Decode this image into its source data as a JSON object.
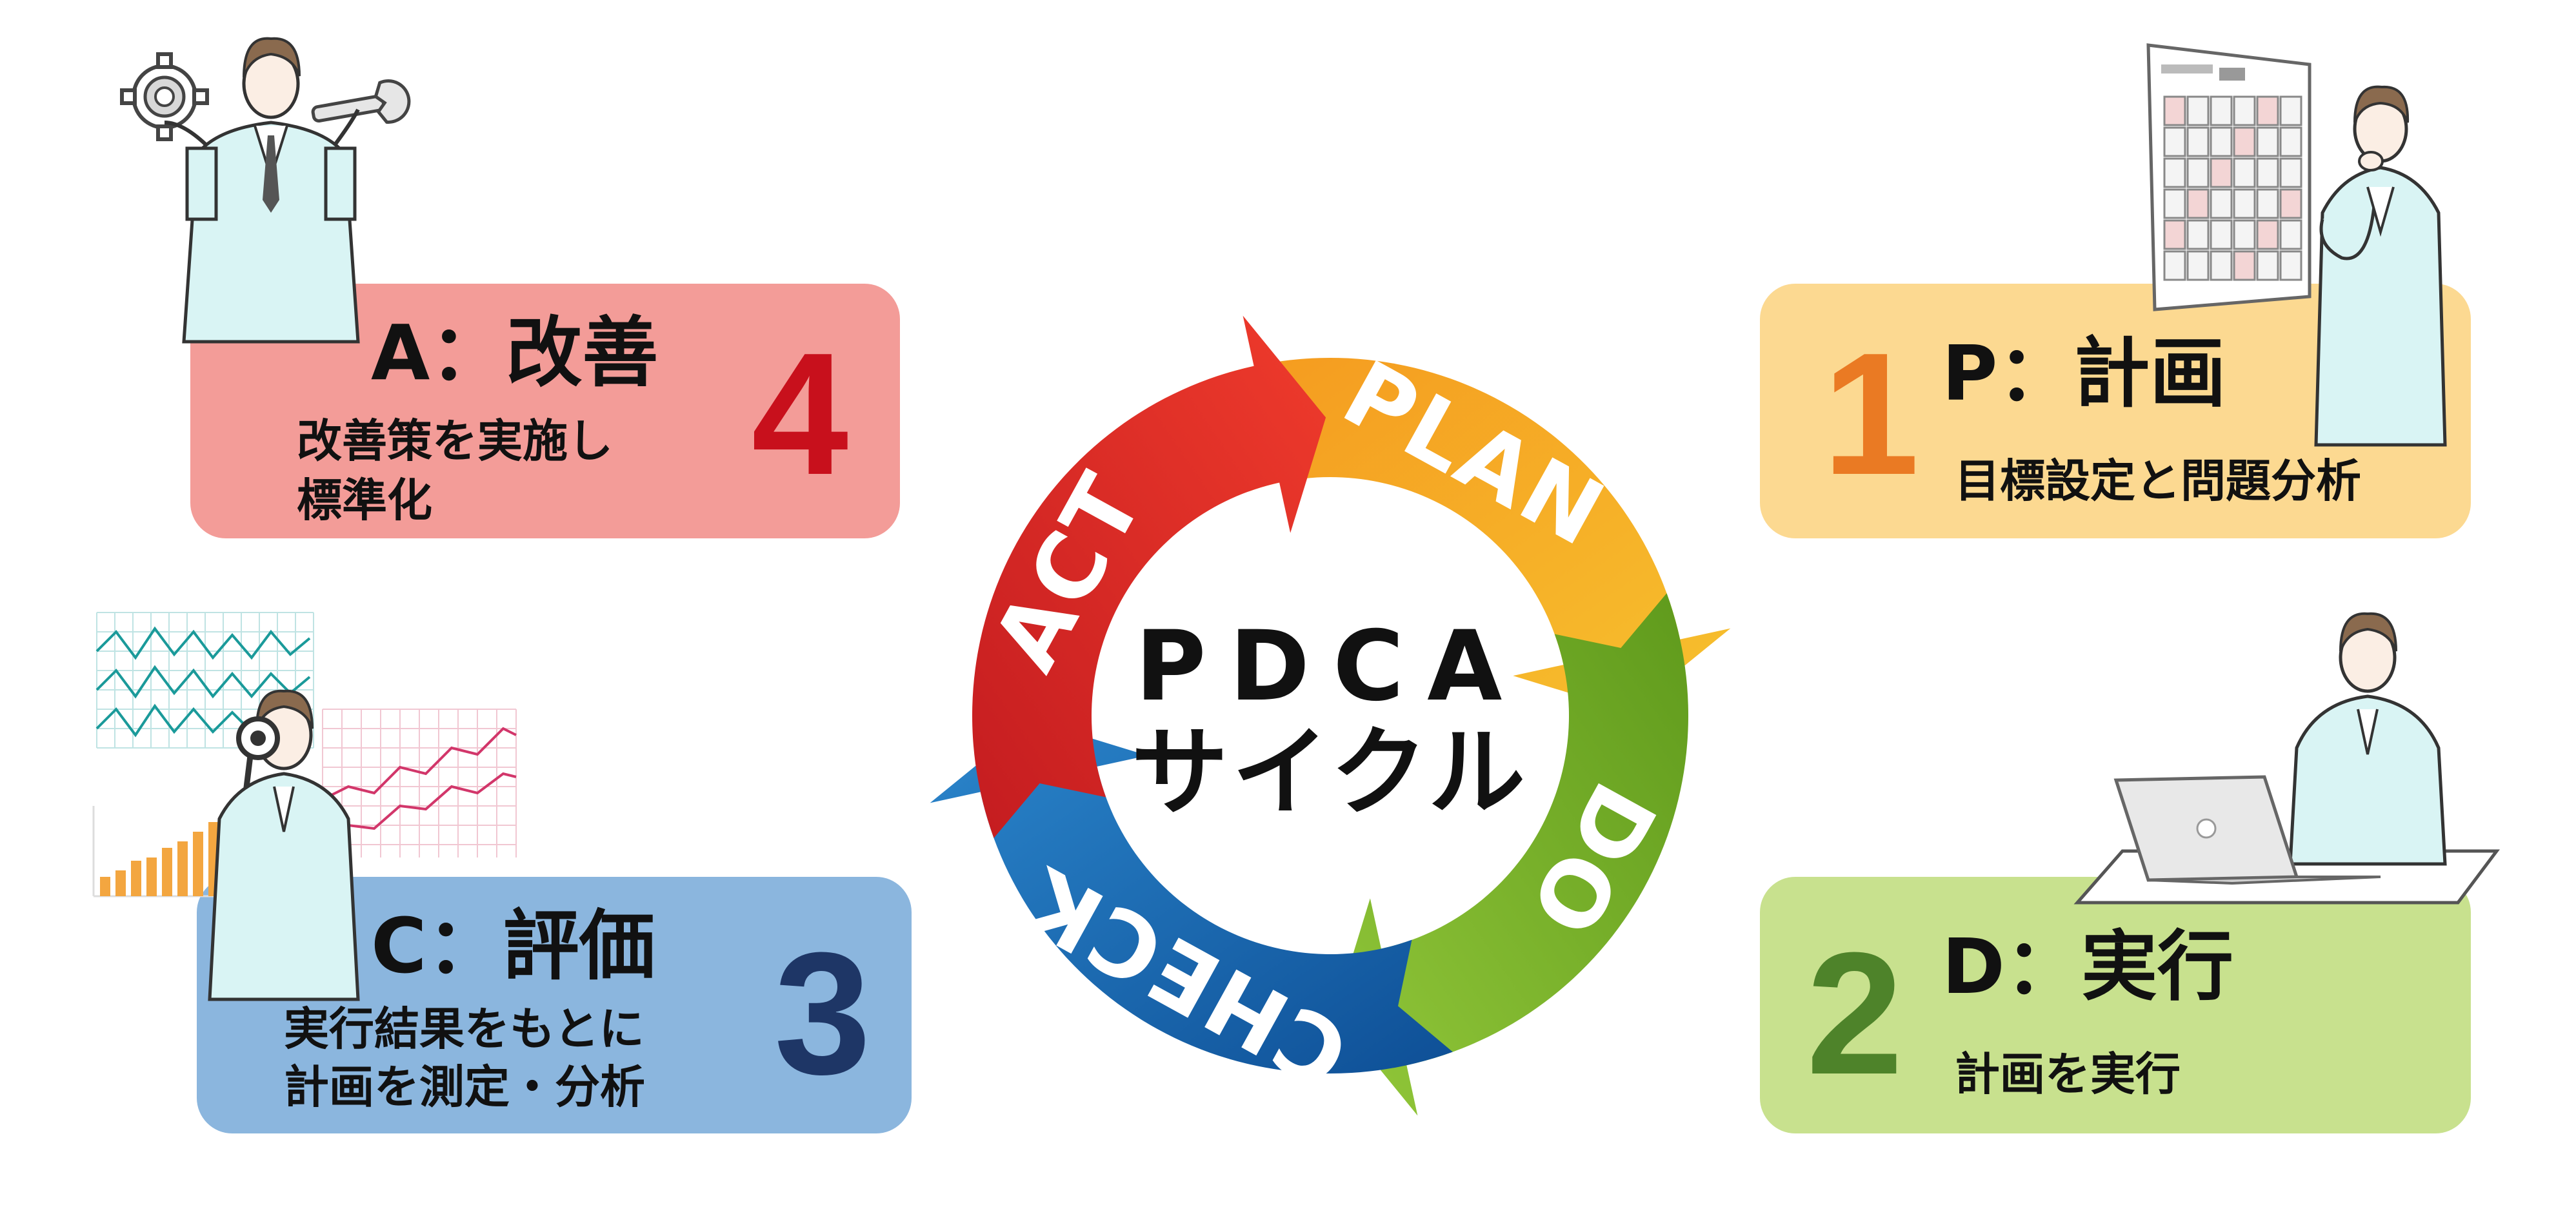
{
  "center": {
    "line1": "PDCA",
    "line2": "サイクル"
  },
  "colors": {
    "plan": "#f6b12c",
    "do": "#7fbc28",
    "check": "#1868b4",
    "act": "#e22a26",
    "plan_card": "#fcd991",
    "do_card": "#c8e18e",
    "check_card": "#8bb6de",
    "act_card": "#f39c98",
    "plan_num": "#ea7a23",
    "do_num": "#4e832a",
    "check_num": "#1e3666",
    "act_num": "#c8101c"
  },
  "arrows": {
    "plan": "PLAN",
    "do": "DO",
    "check": "CHECK",
    "act": "ACT"
  },
  "steps": {
    "plan": {
      "number": "1",
      "title": "P：計画",
      "desc": [
        "目標設定と問題分析"
      ],
      "icon": "businessman-calendar-icon"
    },
    "do": {
      "number": "2",
      "title": "D：実行",
      "desc": [
        "計画を実行"
      ],
      "icon": "businessman-laptop-icon"
    },
    "check": {
      "number": "3",
      "title": "C：評価",
      "desc": [
        "実行結果をもとに",
        "計画を測定・分析"
      ],
      "icon": "businessman-magnifier-icon"
    },
    "act": {
      "number": "4",
      "title": "A：改善",
      "desc": [
        "改善策を実施し",
        "標準化"
      ],
      "icon": "businessman-gear-wrench-icon"
    }
  }
}
